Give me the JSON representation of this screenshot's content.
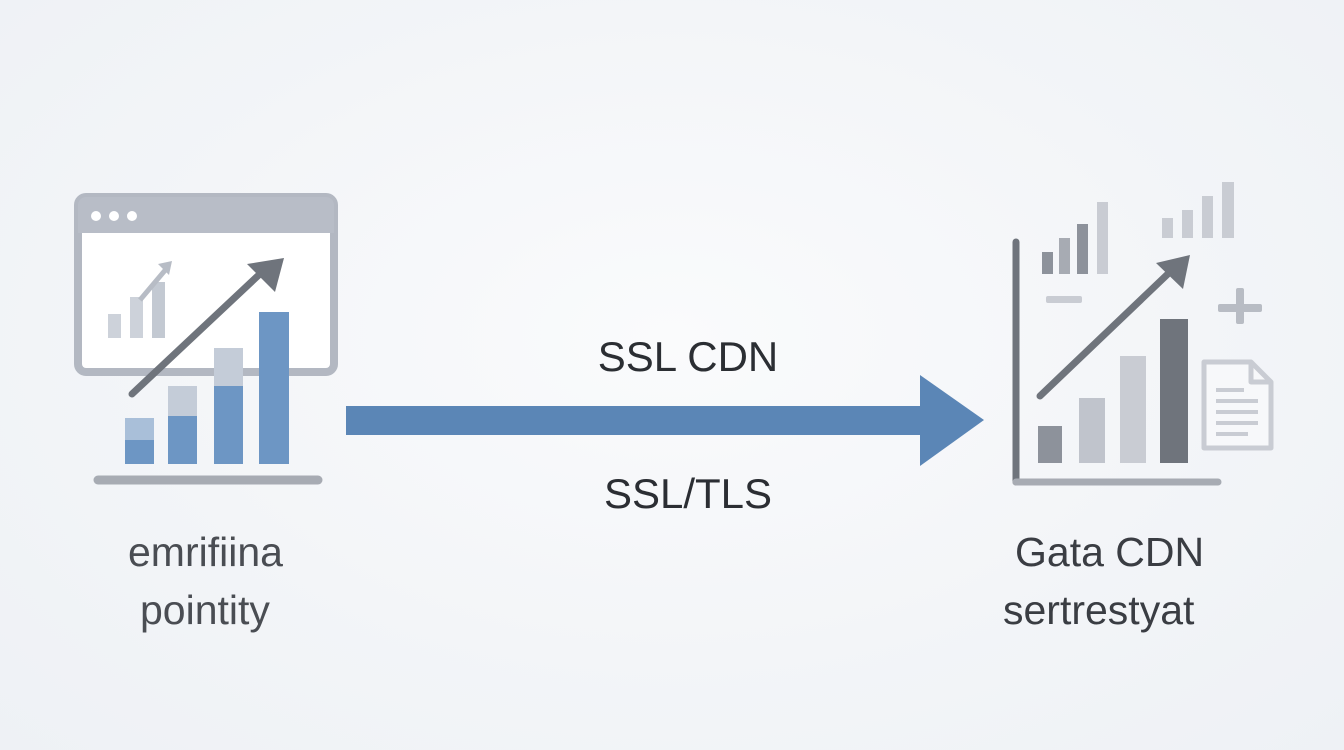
{
  "diagram": {
    "source": {
      "label_line1": "emrifiina",
      "label_line2": "pointity",
      "icon": "browser-window-growth-chart-icon"
    },
    "connection": {
      "label_top": "SSL CDN",
      "label_bottom": "SSL/TLS",
      "icon": "right-arrow-icon",
      "color": "#5b86b6"
    },
    "target": {
      "label_line1": "Gata CDN",
      "label_line2": "sertrestyat",
      "icon": "analytics-chart-document-icon"
    }
  },
  "colors": {
    "background": "#f3f5f8",
    "accent_blue": "#5b86b6",
    "light_blue": "#a9bfd9",
    "dark_gray": "#6f747c",
    "mid_gray": "#a7abb3",
    "light_gray": "#c9ccd2"
  }
}
